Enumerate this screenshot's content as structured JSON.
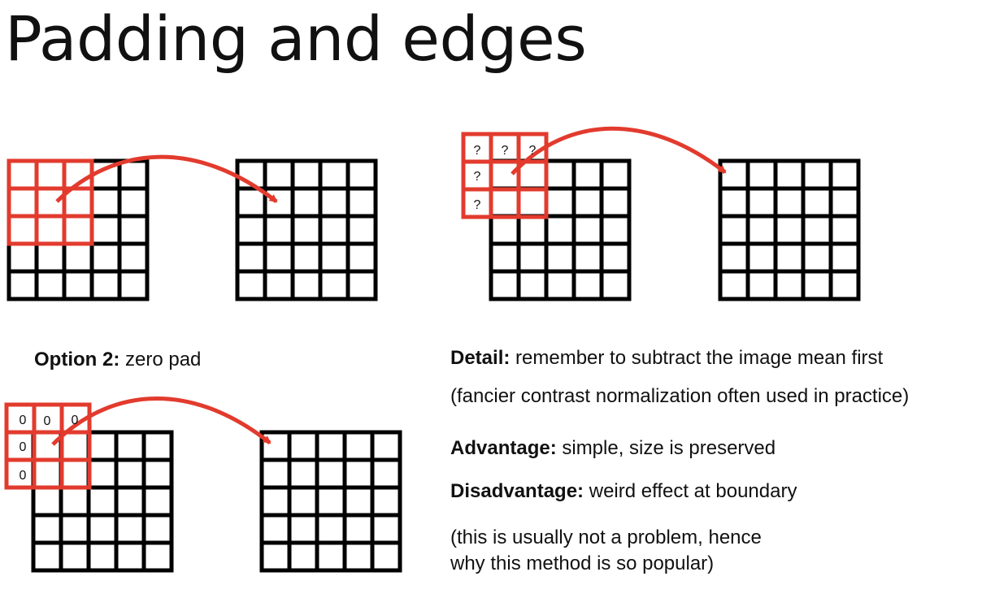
{
  "title": "Padding and edges",
  "colors": {
    "grid": "#000000",
    "kernel": "#e23b2e",
    "arrow": "#e23b2e"
  },
  "panels": {
    "unknown_border": {
      "cell_labels": [
        "?",
        "?",
        "?",
        "?",
        "?"
      ]
    },
    "zero_pad": {
      "cell_labels": [
        "0",
        "0",
        "0",
        "0",
        "0"
      ]
    }
  },
  "captions": {
    "option2_label": "Option 2:",
    "option2_text": " zero pad",
    "detail_label": "Detail:",
    "detail_text": " remember to subtract the image mean first",
    "detail_note": "(fancier contrast normalization often used in practice)",
    "advantage_label": "Advantage:",
    "advantage_text": " simple, size is preserved",
    "disadvantage_label": "Disadvantage:",
    "disadvantage_text": " weird effect at boundary",
    "note_line1": "(this is usually not a problem, hence",
    "note_line2": "why this method is so popular)"
  }
}
